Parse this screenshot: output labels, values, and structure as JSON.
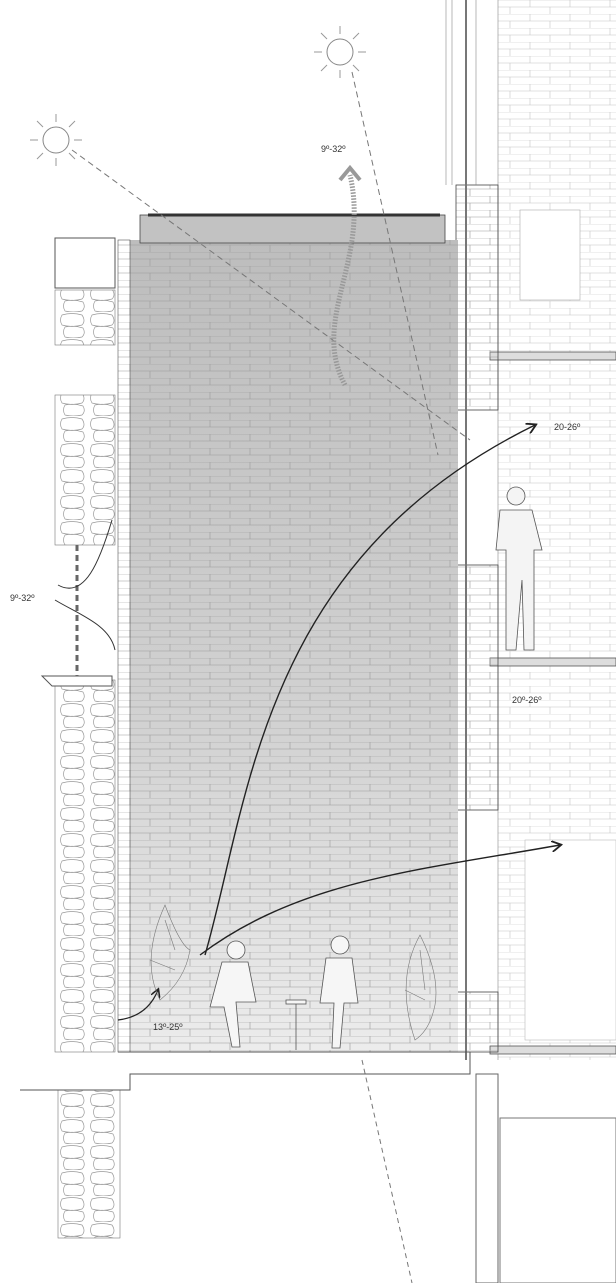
{
  "drawing": {
    "title": "Atrium building section",
    "labels": {
      "sun_angle_top": "9º-32º",
      "upper_floor_temp": "20-26º",
      "left_wall_angle": "9º-32º",
      "mid_floor_temp": "20º-26º",
      "atrium_floor_temp": "13º-25º"
    },
    "icons": [
      "sun-icon",
      "sun-icon",
      "airflow-arrow-icon",
      "person-figure",
      "plant-figure"
    ]
  }
}
